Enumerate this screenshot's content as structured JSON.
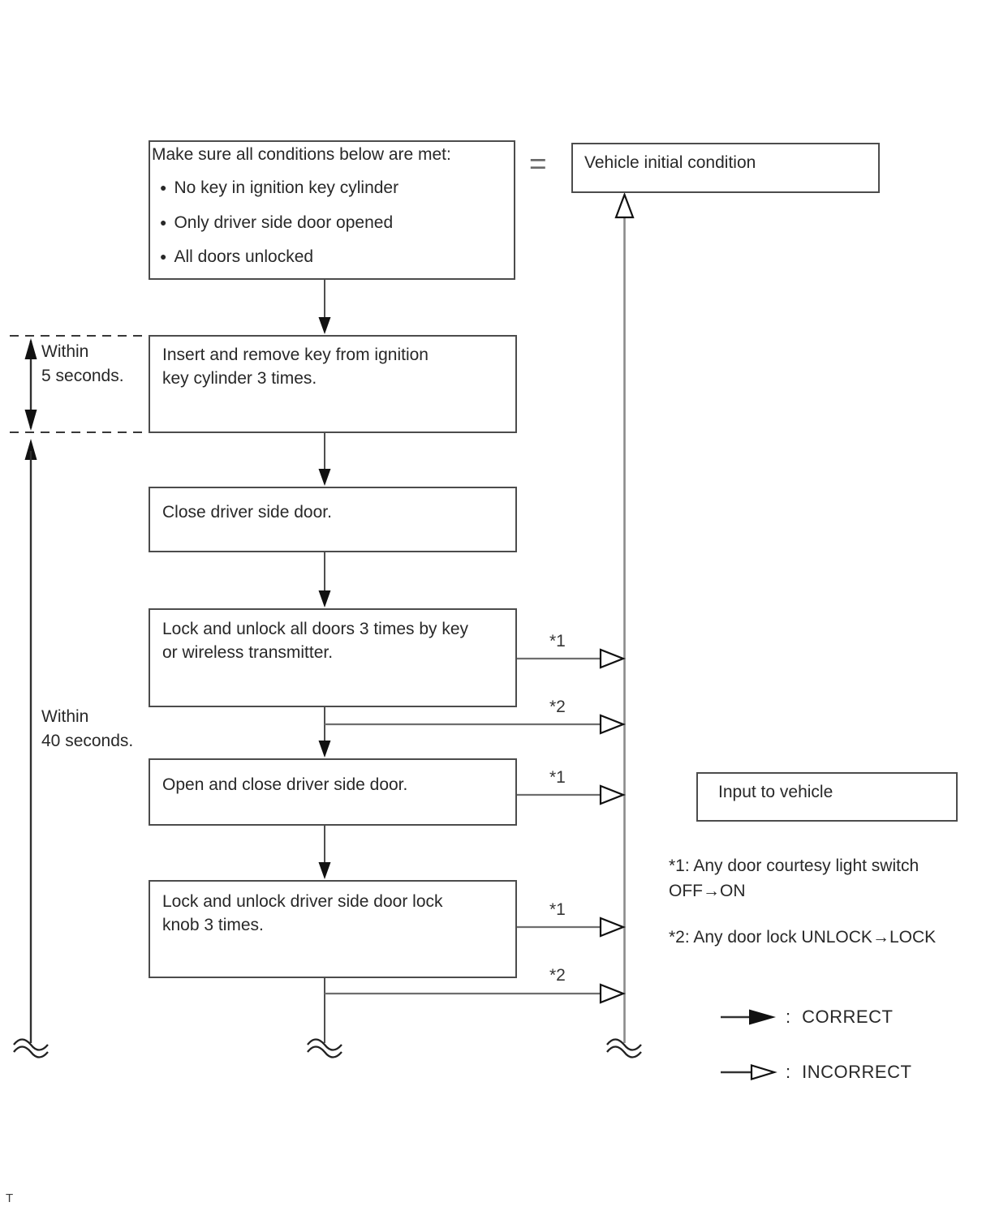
{
  "boxes": {
    "conditions": {
      "title": "Make sure all conditions below are met:",
      "bullet": "●",
      "items": [
        "No key in ignition key cylinder",
        "Only driver side door opened",
        "All doors unlocked"
      ]
    },
    "vehicle_initial": {
      "label": "Vehicle initial condition"
    },
    "insert_key": {
      "label": "Insert and remove key from ignition\nkey cylinder 3 times."
    },
    "close_door": {
      "label": "Close driver side door."
    },
    "lock_all_doors": {
      "label": "Lock and unlock all doors 3 times by key\nor wireless transmitter."
    },
    "open_close_door": {
      "label": "Open and close driver side door."
    },
    "lock_knob": {
      "label": "Lock and unlock driver side door lock\nknob 3 times."
    },
    "input_vehicle": {
      "label": "Input to vehicle"
    }
  },
  "equals": "=",
  "timers": {
    "five": "Within\n5 seconds.",
    "forty": "Within\n40 seconds."
  },
  "marks": {
    "m1": "*1",
    "m2": "*2"
  },
  "footnotes": {
    "f1": "*1: Any door courtesy light switch\nOFF→ON",
    "f2": "*2: Any door lock UNLOCK→LOCK"
  },
  "legend": {
    "colon": ":",
    "correct": "CORRECT",
    "incorrect": "INCORRECT"
  },
  "page_mark": "T",
  "colors": {
    "box_border": "#4c4c4c",
    "line": "#6e6e6e",
    "main_line": "#8a8a8a",
    "arrow_fill": "#111111",
    "text": "#282828"
  }
}
